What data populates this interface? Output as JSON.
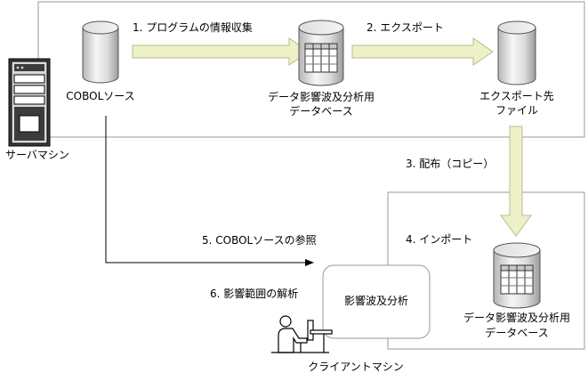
{
  "server": {
    "label": "サーバマシン"
  },
  "client": {
    "label": "クライアントマシン"
  },
  "nodes": {
    "cobol_source": "COBOLソース",
    "db_server": [
      "データ影響波及分析用",
      "データベース"
    ],
    "export_file": [
      "エクスポート先",
      "ファイル"
    ],
    "db_client": [
      "データ影響波及分析用",
      "データベース"
    ],
    "analysis": "影響波及分析"
  },
  "steps": {
    "s1": "1. プログラムの情報収集",
    "s2": "2. エクスポート",
    "s3": "3. 配布（コピー）",
    "s4": "4. インポート",
    "s5": "5. COBOLソースの参照",
    "s6": "6. 影響範囲の解析"
  },
  "colors": {
    "arrow_fill": "#eef0c8",
    "arrow_stroke": "#b8bc8c",
    "cylinder_light": "#f4f4f4",
    "cylinder_dark": "#a8a8a8",
    "frame": "#9a9a9a"
  },
  "icons": {
    "server": "server-tower-icon",
    "user": "user-at-computer-icon",
    "database": "database-cylinder-icon",
    "file": "file-cylinder-icon"
  }
}
